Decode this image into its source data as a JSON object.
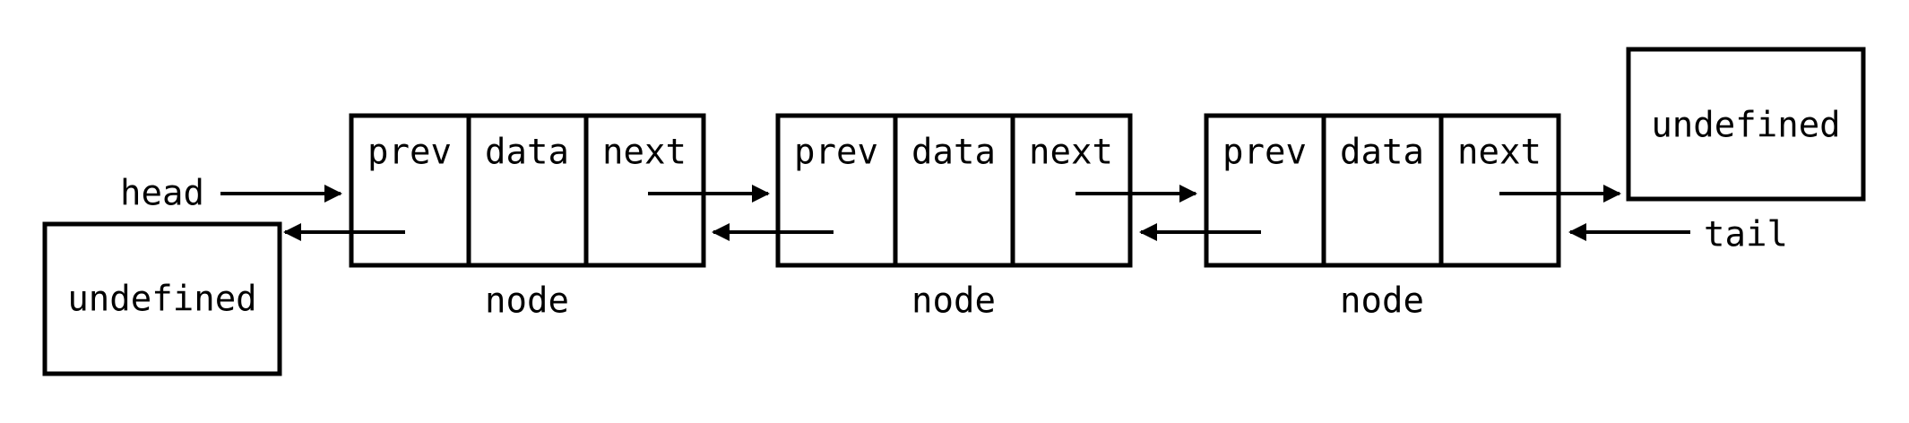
{
  "head_label": "head",
  "tail_label": "tail",
  "head_null": {
    "text": "undefined"
  },
  "tail_null": {
    "text": "undefined"
  },
  "nodes": [
    {
      "caption": "node",
      "fields": [
        "prev",
        "data",
        "next"
      ]
    },
    {
      "caption": "node",
      "fields": [
        "prev",
        "data",
        "next"
      ]
    },
    {
      "caption": "node",
      "fields": [
        "prev",
        "data",
        "next"
      ]
    }
  ],
  "colors": {
    "stroke": "#000000",
    "background": "#ffffff"
  }
}
